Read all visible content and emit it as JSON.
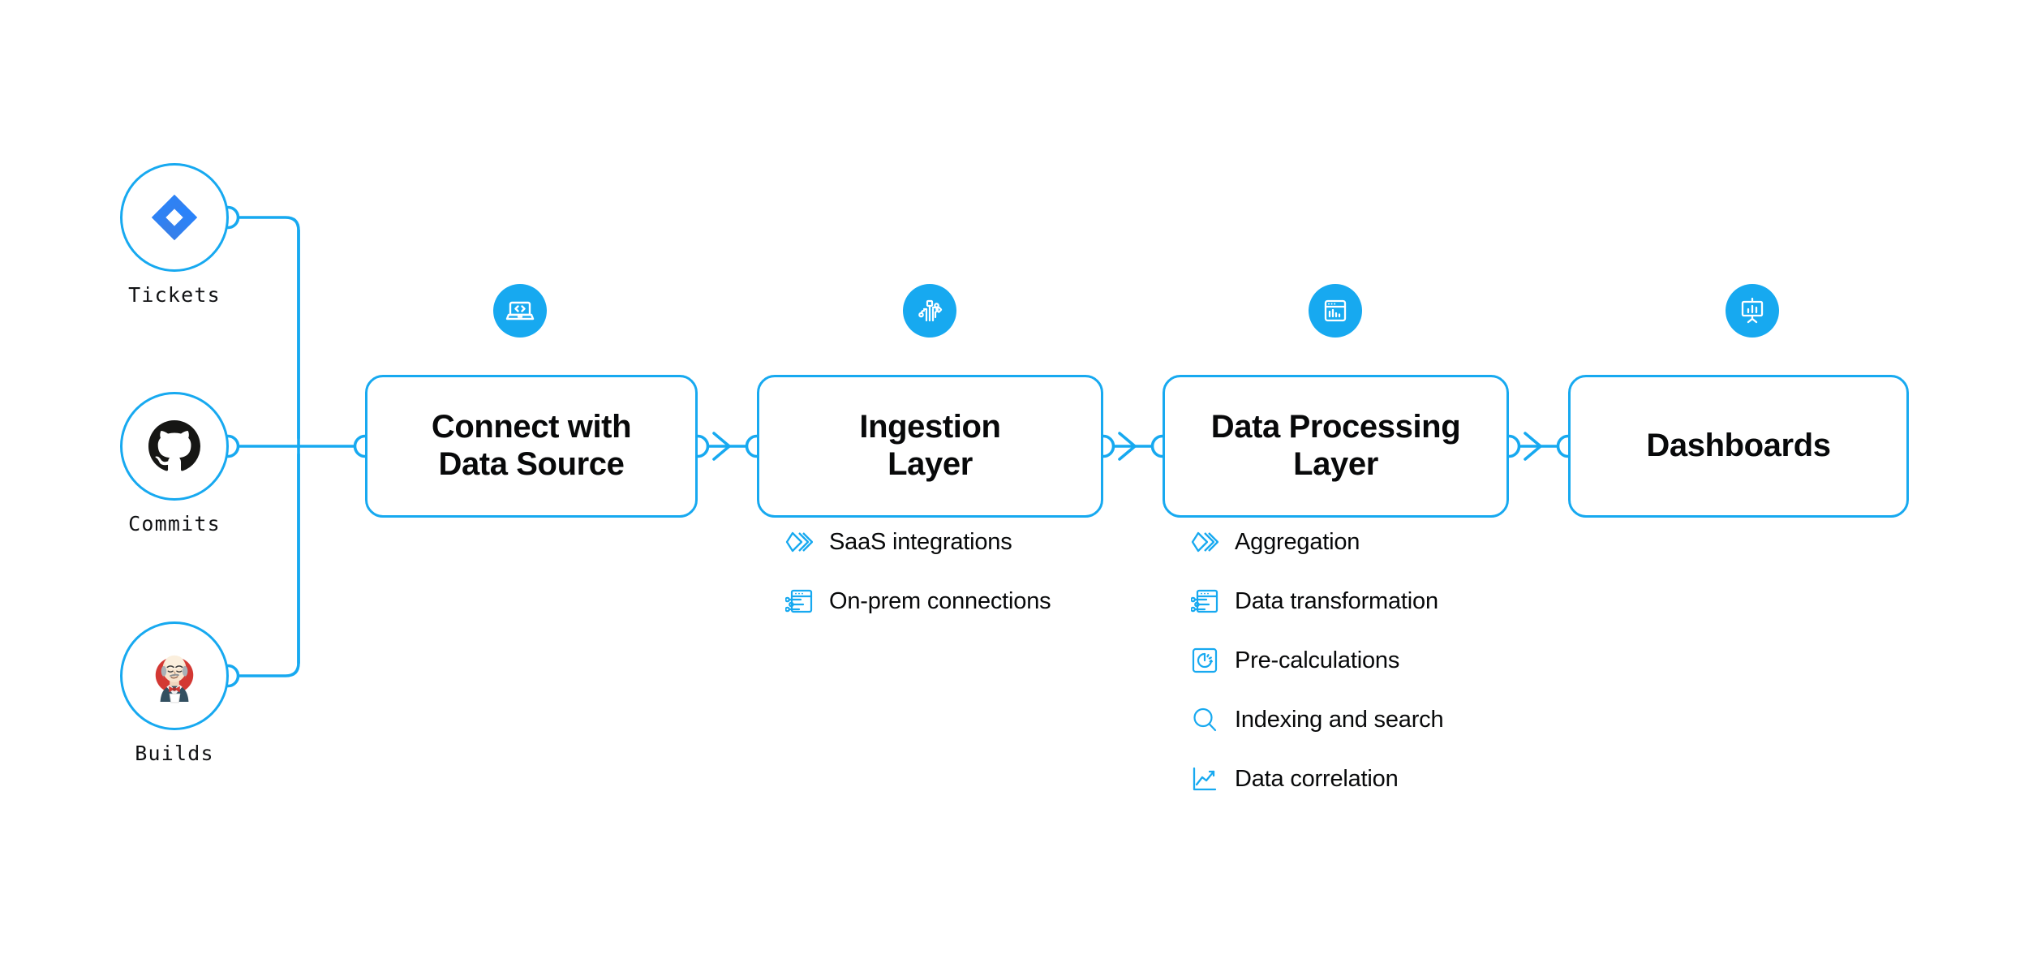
{
  "colors": {
    "accent": "#17A9F0",
    "text": "#08090A",
    "jira_blue": "#2684FF",
    "github_black": "#161614",
    "jenkins_red": "#D33833",
    "background": "#FFFFFF"
  },
  "sources": [
    {
      "label": "Tickets",
      "icon": "jira-icon"
    },
    {
      "label": "Commits",
      "icon": "github-icon"
    },
    {
      "label": "Builds",
      "icon": "jenkins-icon"
    }
  ],
  "stages": [
    {
      "title": "Connect with Data Source",
      "title_lines": [
        "Connect with",
        "Data Source"
      ],
      "icon": "laptop-code-icon",
      "features": []
    },
    {
      "title": "Ingestion Layer",
      "title_lines": [
        "Ingestion",
        "Layer"
      ],
      "icon": "circuit-nodes-icon",
      "features": [
        {
          "label": "SaaS integrations",
          "icon": "stacked-chevrons-icon"
        },
        {
          "label": "On-prem connections",
          "icon": "window-sliders-icon"
        }
      ]
    },
    {
      "title": "Data Processing Layer",
      "title_lines": [
        "Data Processing",
        "Layer"
      ],
      "icon": "window-barchart-icon",
      "features": [
        {
          "label": "Aggregation",
          "icon": "stacked-chevrons-icon"
        },
        {
          "label": "Data transformation",
          "icon": "window-sliders-icon"
        },
        {
          "label": "Pre-calculations",
          "icon": "gauge-square-icon"
        },
        {
          "label": "Indexing and search",
          "icon": "magnifier-icon"
        },
        {
          "label": "Data correlation",
          "icon": "line-chart-icon"
        }
      ]
    },
    {
      "title": "Dashboards",
      "title_lines": [
        "Dashboards"
      ],
      "icon": "presentation-chart-icon",
      "features": []
    }
  ],
  "connectors": [
    {
      "name": "connect-to-ingestion",
      "arrow": "arrow-right-icon"
    },
    {
      "name": "ingestion-to-processing",
      "arrow": "arrow-right-icon"
    },
    {
      "name": "processing-to-dashboards",
      "arrow": "arrow-right-icon"
    }
  ]
}
